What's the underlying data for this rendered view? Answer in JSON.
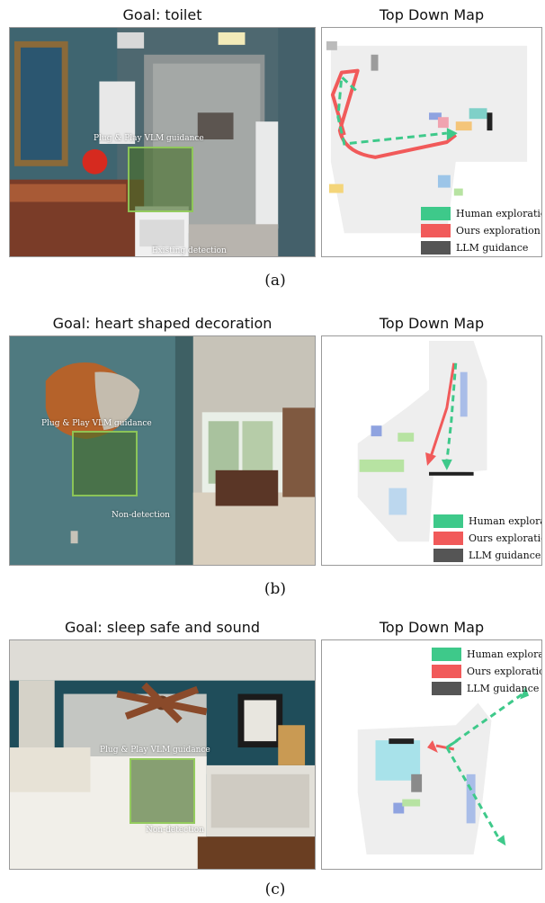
{
  "panels": [
    {
      "goal_title": "Goal: toilet",
      "map_title": "Top Down Map",
      "vlm_label": "Plug & Play VLM guidance",
      "detection_label": "Existing detection",
      "caption": "(a)"
    },
    {
      "goal_title": "Goal: heart shaped decoration",
      "map_title": "Top Down Map",
      "vlm_label": "Plug & Play VLM guidance",
      "detection_label": "Non-detection",
      "caption": "(b)"
    },
    {
      "goal_title": "Goal: sleep safe and sound",
      "map_title": "Top Down Map",
      "vlm_label": "Plug & Play VLM guidance",
      "detection_label": "Non-detection",
      "caption": "(c)"
    }
  ],
  "legend": [
    {
      "label": "Human exploration",
      "color": "#3ec98a"
    },
    {
      "label": "Ours  exploration",
      "color": "#f15a5a"
    },
    {
      "label": "LLM guidance",
      "color": "#555555"
    }
  ],
  "colors": {
    "human_path": "#3ec98a",
    "ours_path": "#f15a5a",
    "guidance_box_fill": "#466e28",
    "guidance_box_border": "#96d25a"
  }
}
